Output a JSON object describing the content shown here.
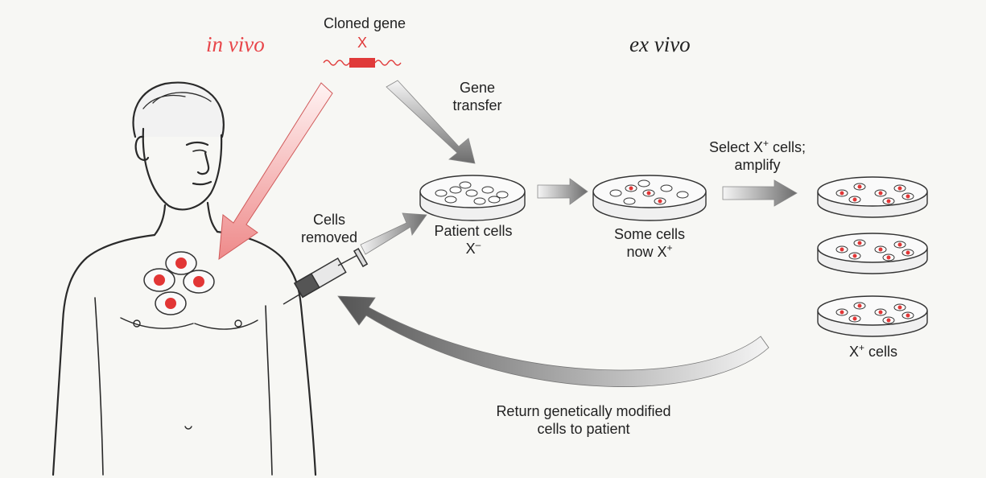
{
  "labels": {
    "in_vivo": "in vivo",
    "ex_vivo": "ex vivo",
    "cloned_gene": "Cloned gene",
    "gene_x": "X",
    "gene_transfer_1": "Gene",
    "gene_transfer_2": "transfer",
    "cells_removed_1": "Cells",
    "cells_removed_2": "removed",
    "patient_cells": "Patient cells",
    "patient_x": "X",
    "patient_sup": "–",
    "some_cells_1": "Some cells",
    "some_cells_2": "now X",
    "some_sup": "+",
    "select_1a": "Select X",
    "select_sup": "+",
    "select_1b": " cells;",
    "select_2": "amplify",
    "xplus_a": "X",
    "xplus_sup": "+",
    "xplus_b": " cells",
    "return_1": "Return genetically modified",
    "return_2": "cells to patient"
  },
  "colors": {
    "in_vivo_text": "#e8464a",
    "gene_red": "#e03a3a",
    "cell_red": "#e23636",
    "arrow_grey": "#7f7f7f",
    "pink_arrow": "#f3a6a6",
    "outline": "#333333"
  }
}
